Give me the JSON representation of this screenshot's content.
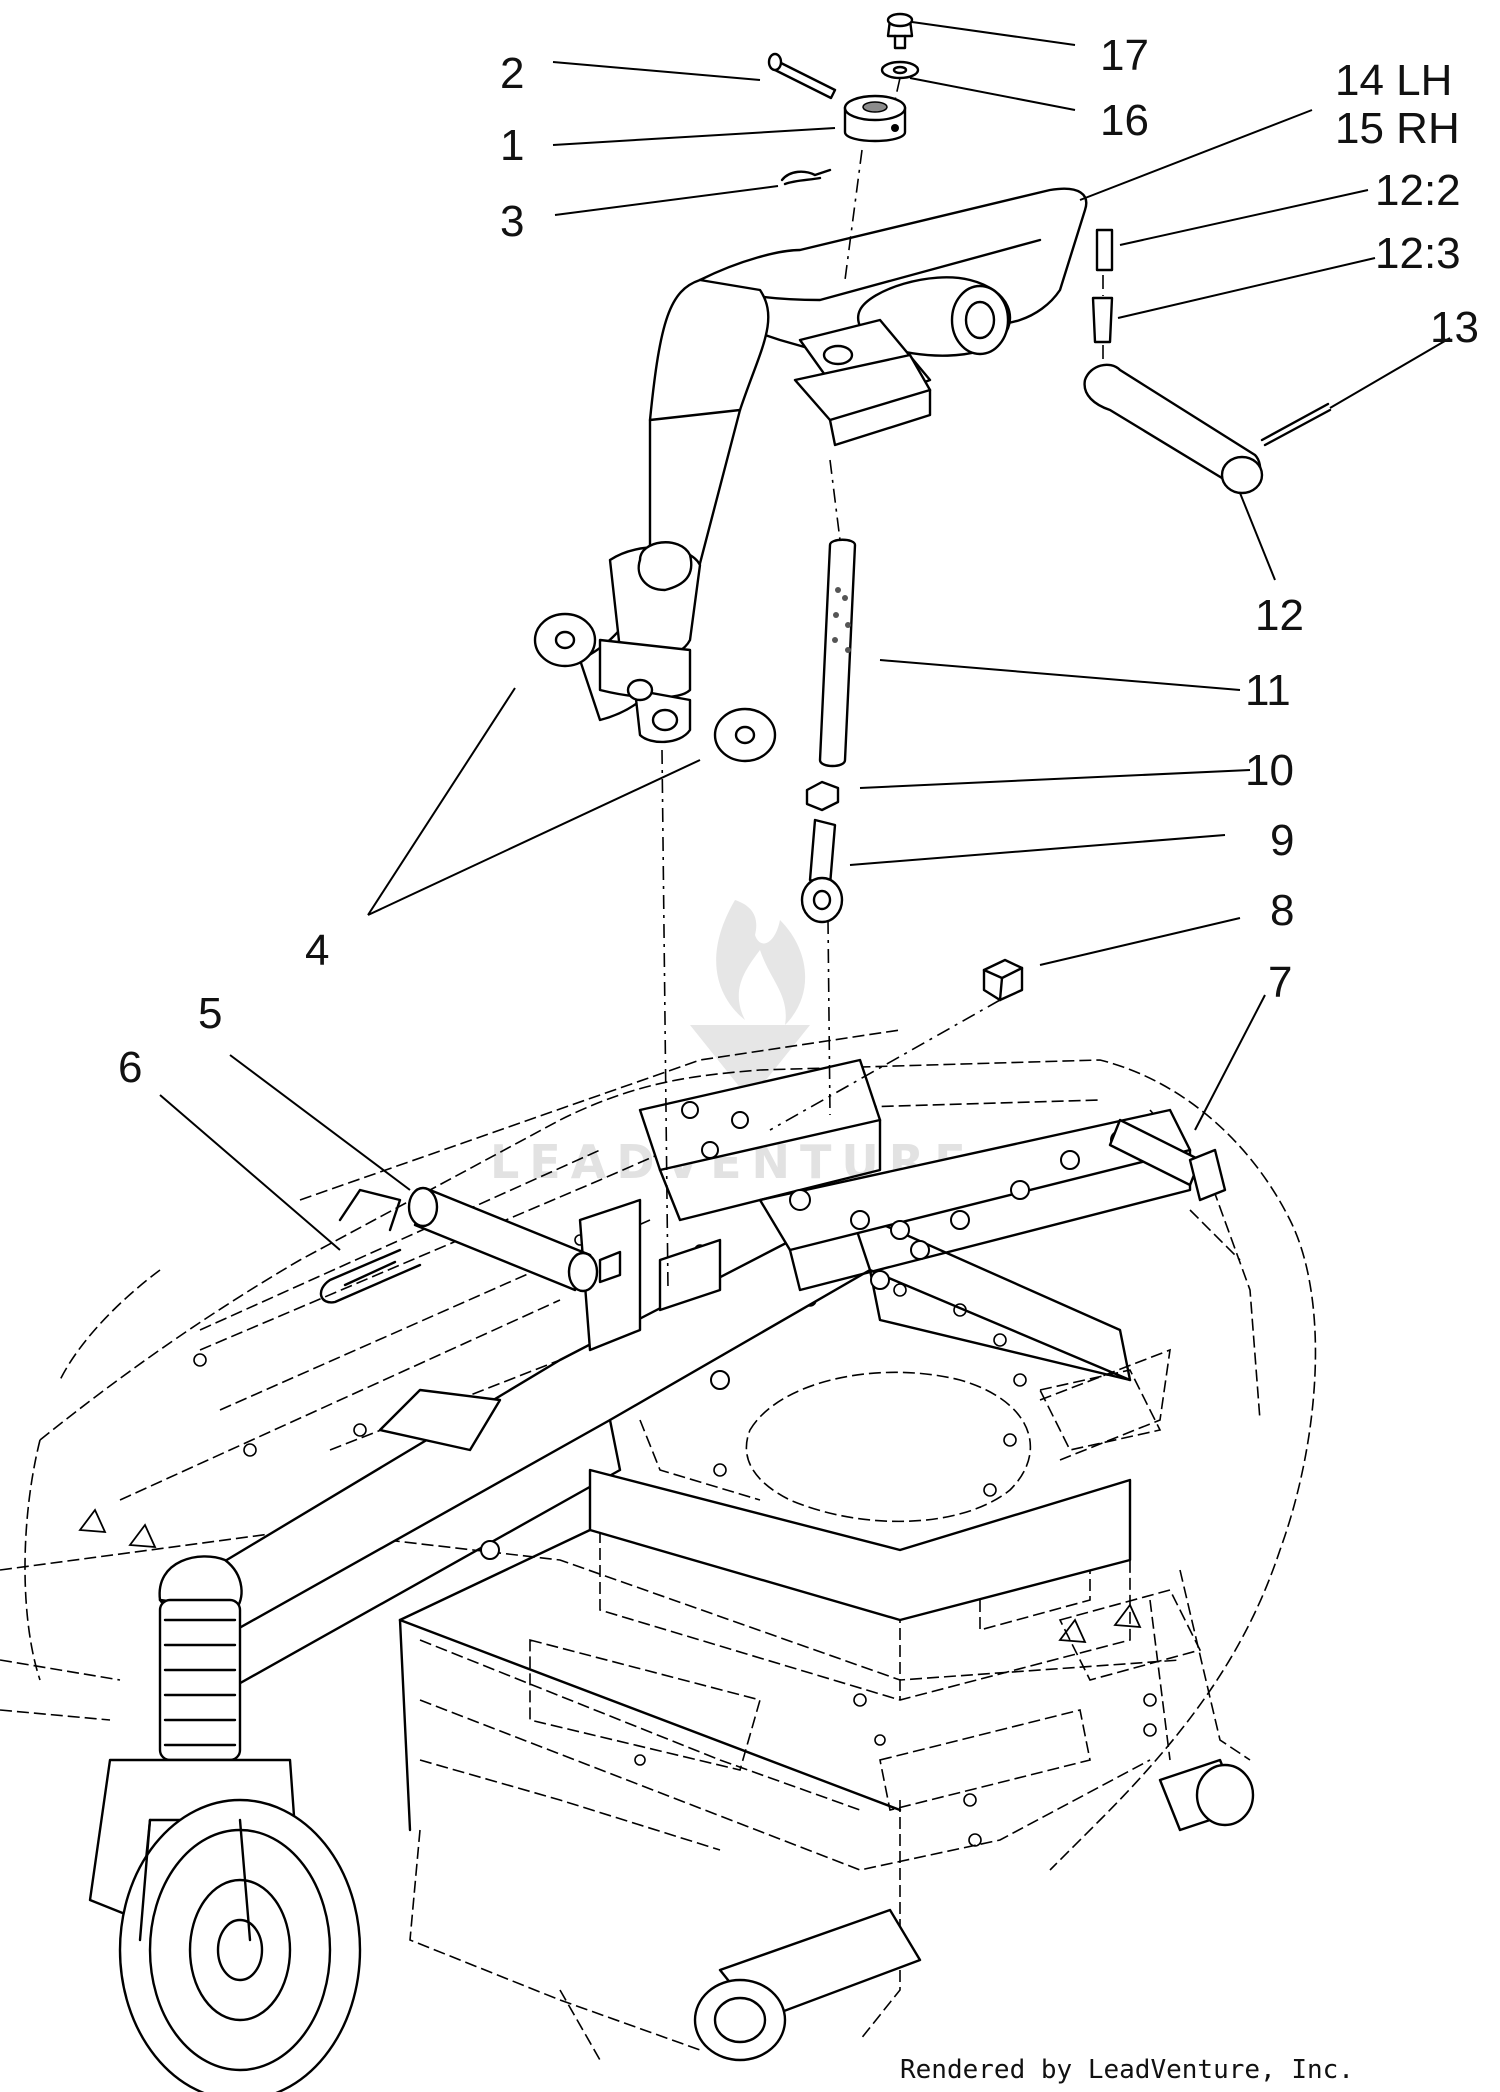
{
  "callouts": {
    "c1": "1",
    "c2": "2",
    "c3": "3",
    "c4": "4",
    "c5": "5",
    "c6": "6",
    "c7": "7",
    "c8": "8",
    "c9": "9",
    "c10": "10",
    "c11": "11",
    "c12": "12",
    "c12_2": "12:2",
    "c12_3": "12:3",
    "c13": "13",
    "c14": "14 LH",
    "c15": "15 RH",
    "c16": "16",
    "c17": "17"
  },
  "watermark": "LEADVENTURE",
  "footer": "Rendered by LeadVenture, Inc."
}
